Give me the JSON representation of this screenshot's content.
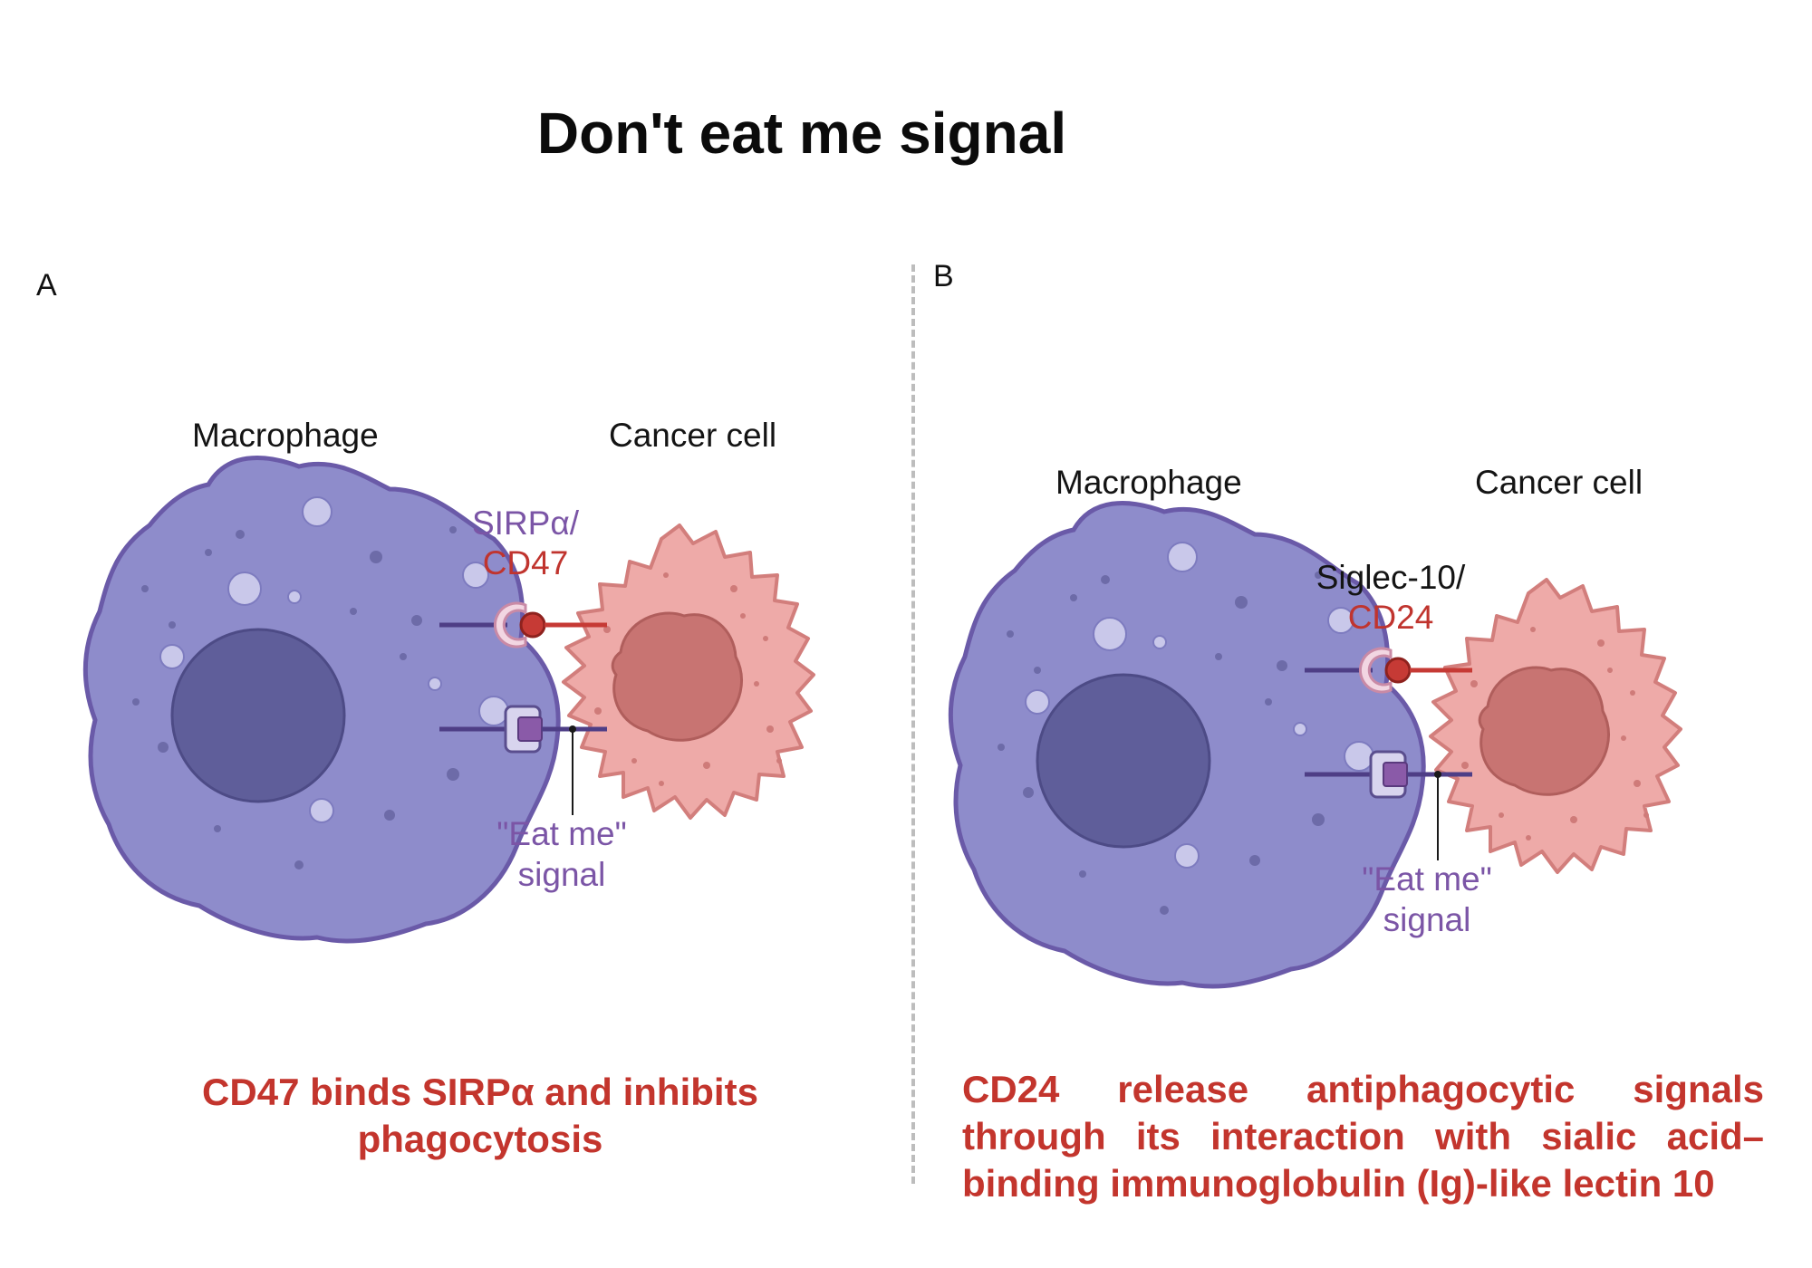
{
  "title": "Don't eat me signal",
  "panel_a": {
    "letter": "A",
    "macrophage_label": "Macrophage",
    "cancer_label": "Cancer cell",
    "receptor_label_line1": "SIRPα/",
    "receptor_label_line2": "CD47",
    "eatme_line1": "\"Eat me\"",
    "eatme_line2": "signal",
    "caption": "CD47 binds SIRPα and inhibits phagocytosis"
  },
  "panel_b": {
    "letter": "B",
    "macrophage_label": "Macrophage",
    "cancer_label": "Cancer cell",
    "receptor_label_line1": "Siglec-10/",
    "receptor_label_line2": "CD24",
    "eatme_line1": "\"Eat me\"",
    "eatme_line2": "signal",
    "caption": "CD24 release antiphagocytic signals through its interaction with sialic acid–binding immunoglobulin (Ig)-like lectin 10"
  },
  "colors": {
    "macrophage_fill": "#8e8ccb",
    "macrophage_stroke": "#6a5aa8",
    "macrophage_nucleus": "#5f5e9a",
    "cancer_fill": "#eeaaa8",
    "cancer_stroke": "#d27e7c",
    "cancer_nucleus": "#c87472",
    "receptor_purple": "#4e3e86",
    "ligand_red": "#c63a35",
    "caption_red": "#c3352d"
  },
  "icons": [
    "macrophage-cell-icon",
    "cancer-cell-icon",
    "sirpa-receptor-icon",
    "cd47-ligand-icon",
    "eat-me-receptor-icon"
  ]
}
